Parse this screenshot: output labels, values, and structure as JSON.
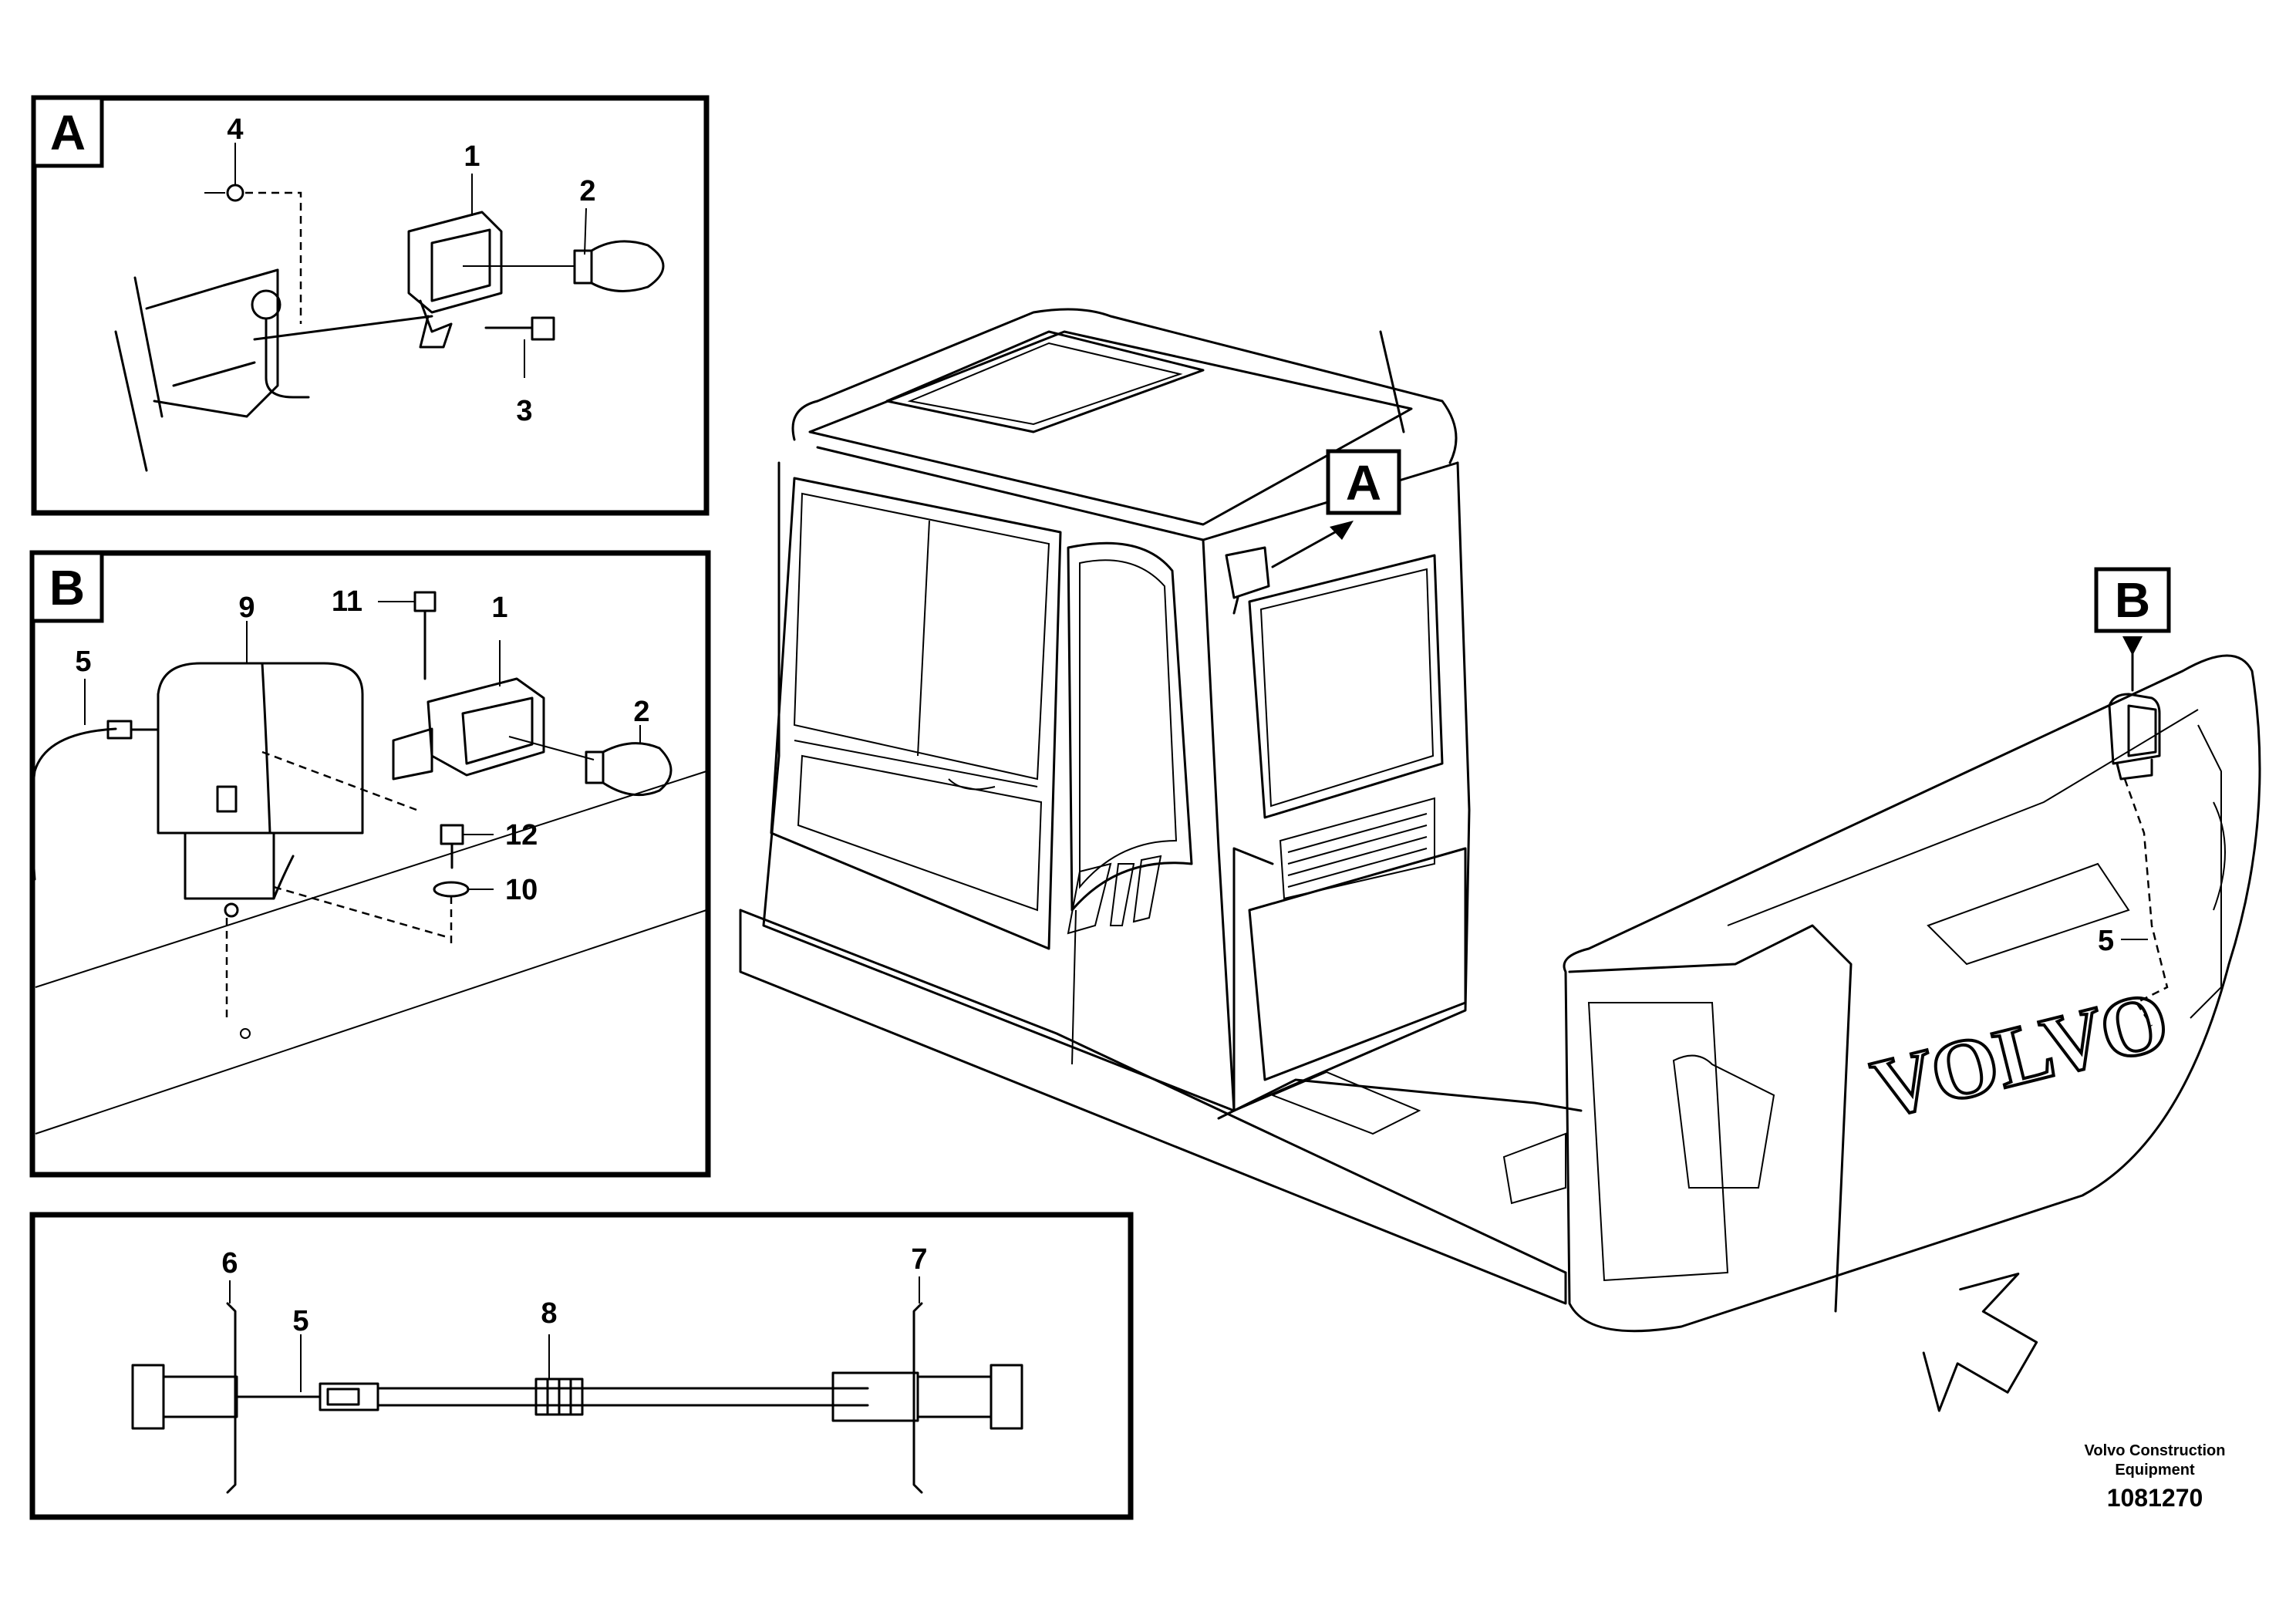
{
  "detail_a": {
    "tag": "A",
    "callouts": [
      "4",
      "1",
      "2",
      "3"
    ]
  },
  "detail_b": {
    "tag": "B",
    "callouts": [
      "9",
      "11",
      "1",
      "5",
      "2",
      "12",
      "10"
    ]
  },
  "cable_detail": {
    "callouts": [
      "6",
      "5",
      "8",
      "7"
    ]
  },
  "main_view": {
    "tag_a": "A",
    "tag_b": "B",
    "callout": "5",
    "brand_lettering": "VOLVO"
  },
  "footer": {
    "credit_line1": "Volvo Construction",
    "credit_line2": "Equipment",
    "reference": "1081270"
  }
}
